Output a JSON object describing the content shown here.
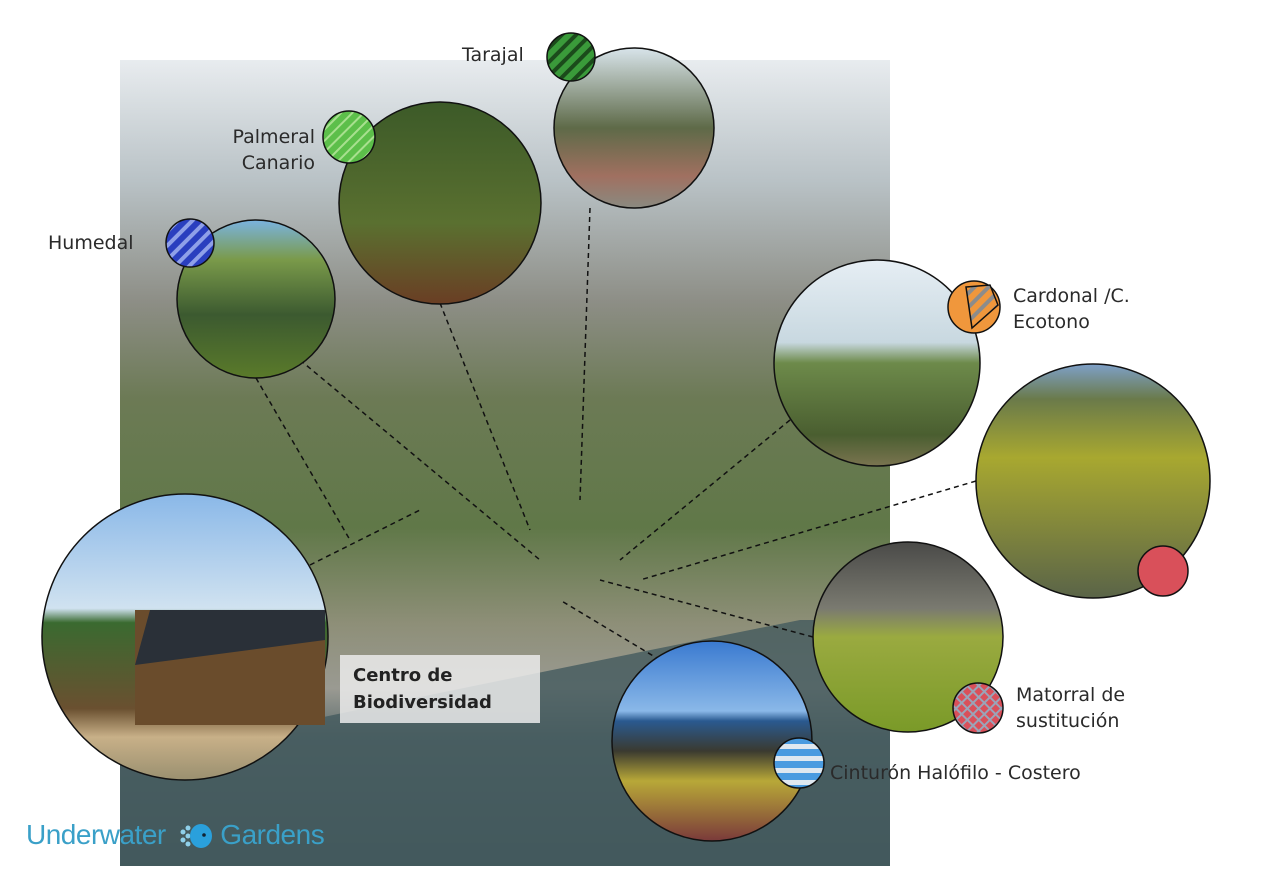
{
  "habitats": [
    {
      "label": "Tarajal",
      "swatch_color": "#3a9a3a"
    },
    {
      "label_line1": "Palmeral",
      "label_line2": "Canario",
      "swatch_color": "#5cbf4a"
    },
    {
      "label": "Humedal",
      "swatch_color": "#2a3fbf"
    },
    {
      "label_line1": "Cardonal /C.",
      "label_line2": "Ecotono",
      "swatch_color": "#f0973c"
    },
    {
      "label_line1": "Matorral de",
      "label_line2": "sustitución",
      "swatch_color": "#d9505a"
    },
    {
      "label": "Cinturón Halófilo - Costero",
      "swatch_color": "#4a9be0"
    }
  ],
  "center": {
    "line1": "Centro de",
    "line2": "Biodiversidad"
  },
  "logo": {
    "word1": "Underwater",
    "word2": "Gardens",
    "color": "#3aa0c8"
  }
}
